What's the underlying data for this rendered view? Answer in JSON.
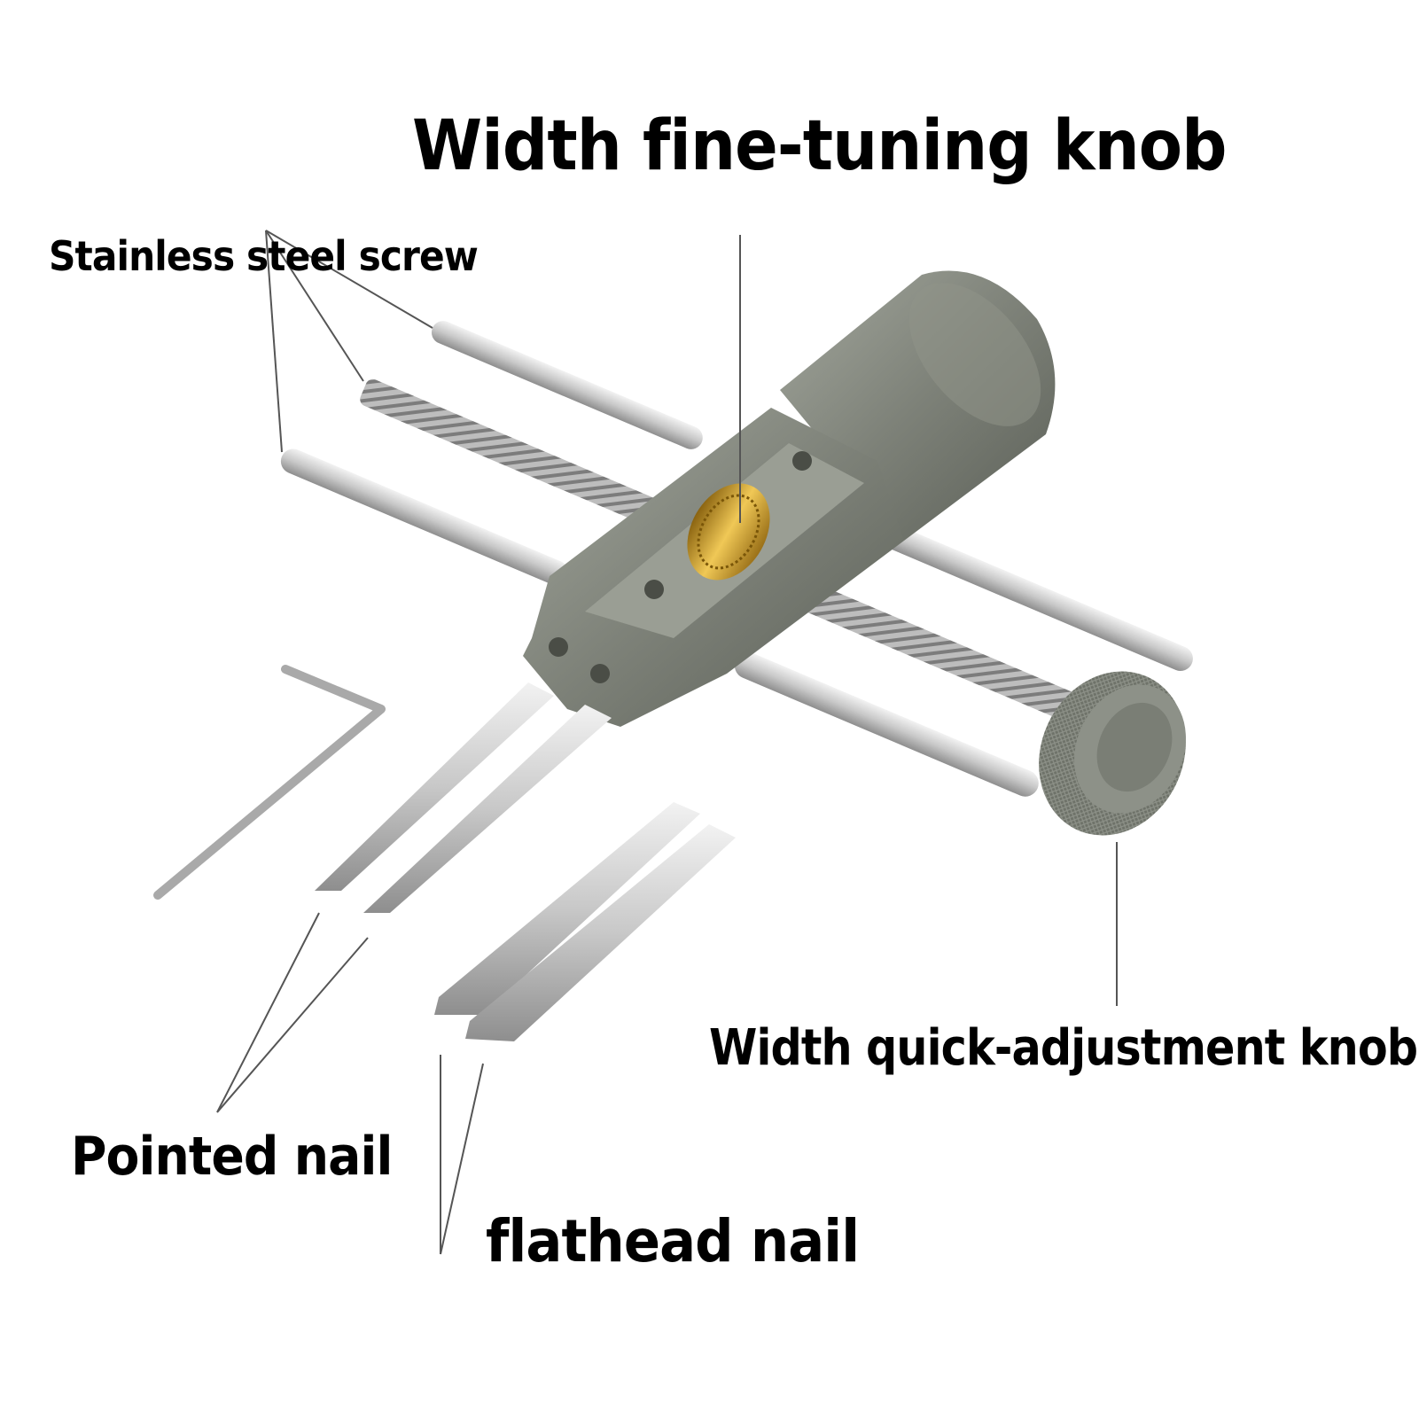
{
  "labels": {
    "fine_tuning_knob": "Width fine-tuning knob",
    "stainless_screw": "Stainless steel screw",
    "quick_adjust_knob": "Width quick-adjustment knob",
    "pointed_nail": "Pointed nail",
    "flathead_nail": "flathead nail"
  },
  "colors": {
    "background": "#ffffff",
    "text": "#000000",
    "leader_line": "#555555",
    "body_metal": "#7d8178",
    "steel": "#c9c9c9",
    "brass": "#d4a72c"
  }
}
